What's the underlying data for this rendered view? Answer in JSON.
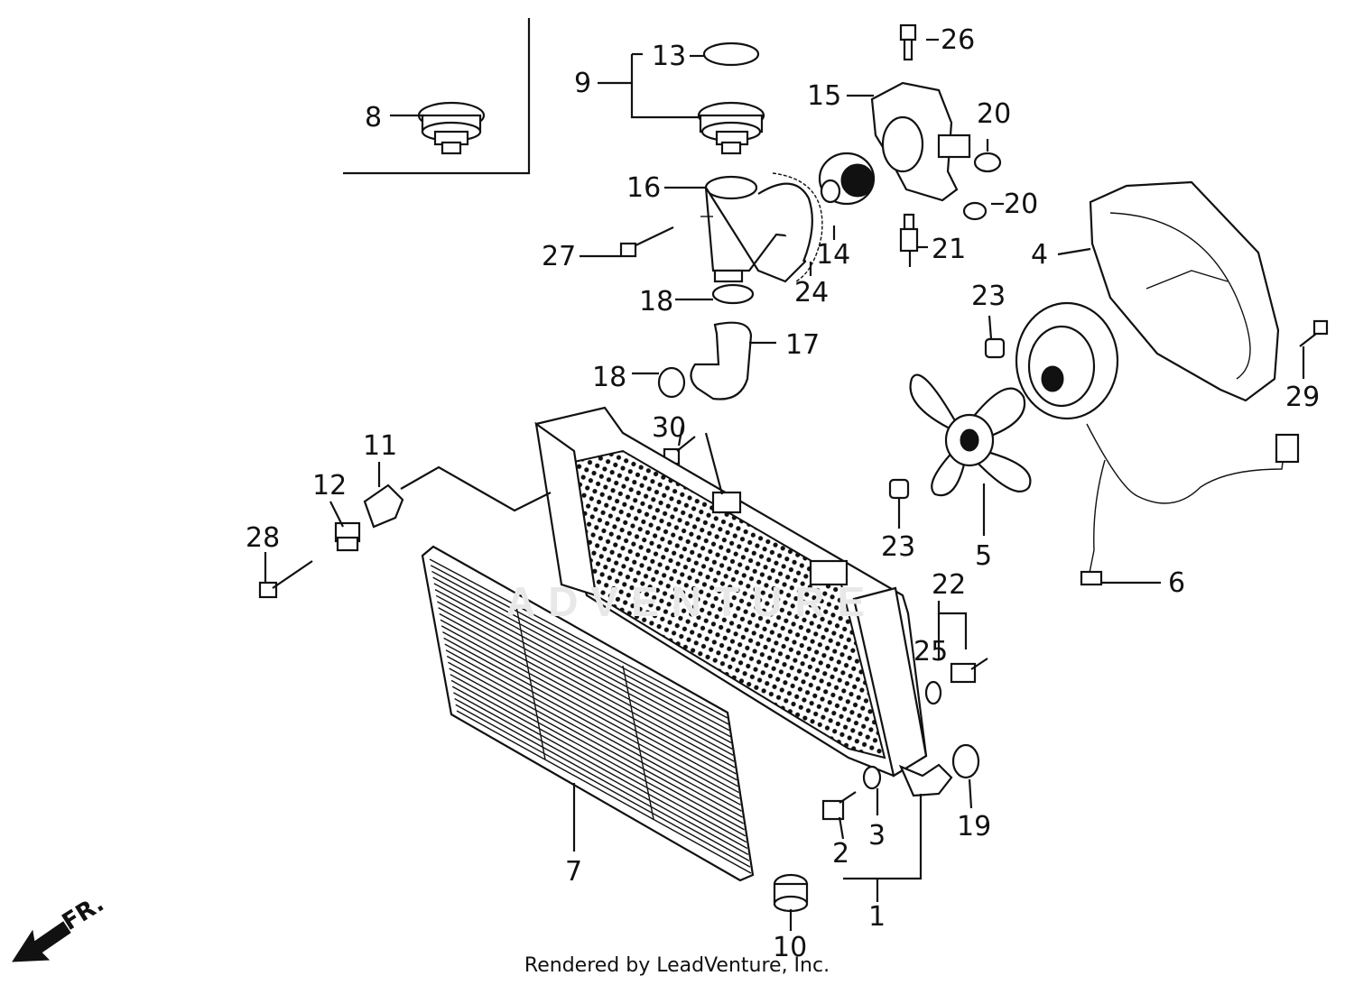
{
  "diagram": {
    "callouts": [
      {
        "id": "c1",
        "text": "1"
      },
      {
        "id": "c2",
        "text": "2"
      },
      {
        "id": "c3",
        "text": "3"
      },
      {
        "id": "c4",
        "text": "4"
      },
      {
        "id": "c5",
        "text": "5"
      },
      {
        "id": "c6",
        "text": "6"
      },
      {
        "id": "c7",
        "text": "7"
      },
      {
        "id": "c8",
        "text": "8"
      },
      {
        "id": "c9",
        "text": "9"
      },
      {
        "id": "c10",
        "text": "10"
      },
      {
        "id": "c11",
        "text": "11"
      },
      {
        "id": "c12",
        "text": "12"
      },
      {
        "id": "c13",
        "text": "13"
      },
      {
        "id": "c14",
        "text": "14"
      },
      {
        "id": "c15",
        "text": "15"
      },
      {
        "id": "c16",
        "text": "16"
      },
      {
        "id": "c17",
        "text": "17"
      },
      {
        "id": "c18a",
        "text": "18"
      },
      {
        "id": "c18b",
        "text": "18"
      },
      {
        "id": "c19",
        "text": "19"
      },
      {
        "id": "c20a",
        "text": "20"
      },
      {
        "id": "c20b",
        "text": "20"
      },
      {
        "id": "c21",
        "text": "21"
      },
      {
        "id": "c22",
        "text": "22"
      },
      {
        "id": "c23a",
        "text": "23"
      },
      {
        "id": "c23b",
        "text": "23"
      },
      {
        "id": "c24",
        "text": "24"
      },
      {
        "id": "c25",
        "text": "25"
      },
      {
        "id": "c26",
        "text": "26"
      },
      {
        "id": "c27",
        "text": "27"
      },
      {
        "id": "c28",
        "text": "28"
      },
      {
        "id": "c29",
        "text": "29"
      },
      {
        "id": "c30",
        "text": "30"
      }
    ],
    "front_indicator": "FR.",
    "watermark": "ADVENTURE",
    "credit": "Rendered by LeadVenture, Inc."
  }
}
